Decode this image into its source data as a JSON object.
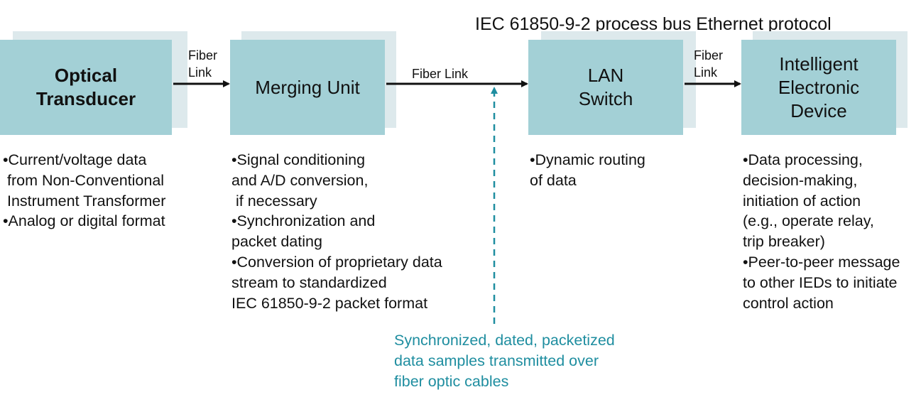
{
  "title": "IEC 61850-9-2 process bus Ethernet protocol",
  "boxes": {
    "optical": "Optical\nTransducer",
    "merging": "Merging Unit",
    "lan": "LAN\nSwitch",
    "ied": "Intelligent\nElectronic\nDevice"
  },
  "links": {
    "fiber1": "Fiber\nLink",
    "fiber2": "Fiber Link",
    "fiber3": "Fiber\nLink"
  },
  "descriptions": {
    "optical": "•Current/voltage data\n from Non-Conventional\n Instrument Transformer\n•Analog or digital format",
    "merging": "•Signal conditioning\nand A/D conversion,\n if necessary\n•Synchronization and\npacket dating\n•Conversion of proprietary data\nstream to standardized\nIEC 61850-9-2 packet format",
    "lan": "•Dynamic routing\nof data",
    "ied": "•Data processing,\ndecision-making,\ninitiation of action\n(e.g., operate relay,\ntrip breaker)\n•Peer-to-peer message\nto other IEDs to initiate\ncontrol action"
  },
  "note": "Synchronized, dated, packetized\ndata samples transmitted over\nfiber optic cables",
  "colors": {
    "box": "#a3d0d6",
    "box_shadow": "#dde9ec",
    "note": "#1f8ea0"
  }
}
